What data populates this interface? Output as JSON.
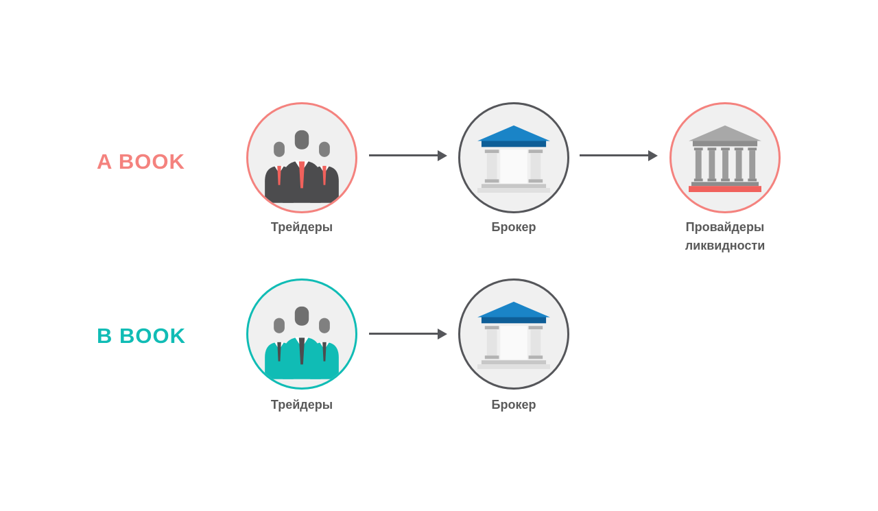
{
  "colors": {
    "a_accent": "#f4827e",
    "b_accent": "#10bcb5",
    "ring_gray": "#55565a",
    "node_fill": "#f0f0f0",
    "arrow": "#55565a",
    "label_text": "#595959",
    "tie_red": "#f0615c",
    "bank_blue": "#1a84c7",
    "bank_blue_dark": "#0e5e97"
  },
  "rows": {
    "a": {
      "label": "A BOOK",
      "nodes": [
        {
          "id": "traders",
          "icon": "traders-icon",
          "label": "Трейдеры"
        },
        {
          "id": "broker",
          "icon": "bank-icon",
          "label": "Брокер"
        },
        {
          "id": "liquidity",
          "icon": "columns-bank-icon",
          "label": "Провайдеры ликвидности"
        }
      ]
    },
    "b": {
      "label": "B BOOK",
      "nodes": [
        {
          "id": "traders",
          "icon": "traders-icon",
          "label": "Трейдеры"
        },
        {
          "id": "broker",
          "icon": "bank-icon",
          "label": "Брокер"
        }
      ]
    }
  }
}
